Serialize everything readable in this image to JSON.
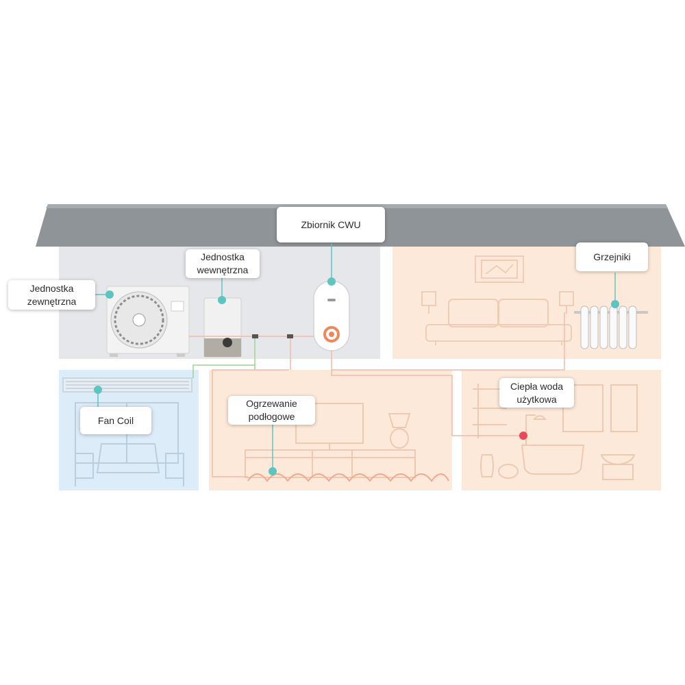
{
  "labels": {
    "outdoor_unit": "Jednostka\nzewnętrzna",
    "indoor_unit": "Jednostka\nwewnętrzna",
    "dhw_tank": "Zbiornik CWU",
    "radiators": "Grzejniki",
    "fan_coil": "Fan Coil",
    "floor_heating": "Ogrzewanie\npodłogowe",
    "hot_water": "Ciepła woda\nużytkowa"
  },
  "colors": {
    "roof": "#8f9498",
    "utility_room": "#e6e7eb",
    "warm_room": "#fde9d9",
    "cool_room": "#dcecf8",
    "pointer": "#5ec4c0",
    "hot_pipe": "#f2b9a8",
    "cool_pipe": "#9dd48f",
    "tap_dot": "#e8485a"
  }
}
